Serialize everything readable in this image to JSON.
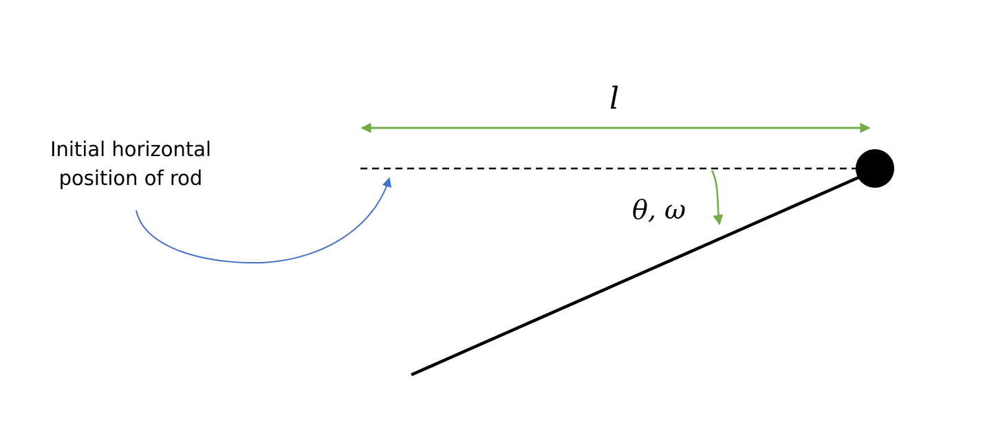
{
  "annotation": {
    "line1": "Initial horizontal",
    "line2": "position of rod"
  },
  "labels": {
    "length": "l",
    "angle": "θ, ω"
  },
  "colors": {
    "dimension_arrow": "#70ad47",
    "angle_arrow": "#70ad47",
    "pointer_arrow": "#4472c4",
    "rod": "#000000",
    "reference_line": "#000000",
    "pivot": "#000000"
  }
}
